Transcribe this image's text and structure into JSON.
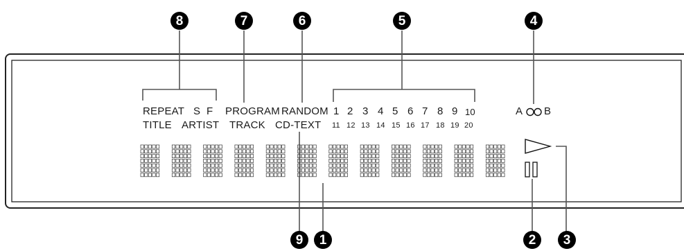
{
  "callouts": [
    "8",
    "7",
    "6",
    "5",
    "4",
    "9",
    "1",
    "2",
    "3"
  ],
  "indicators": {
    "repeat": "REPEAT",
    "s": "S",
    "f": "F",
    "program": "PROGRAM",
    "random": "RANDOM",
    "title": "TITLE",
    "artist": "ARTIST",
    "track": "TRACK",
    "cd_text": "CD-TEXT",
    "a": "A",
    "b": "B"
  },
  "track_numbers_top": [
    "1",
    "2",
    "3",
    "4",
    "5",
    "6",
    "7",
    "8",
    "9",
    "10"
  ],
  "track_numbers_bottom": [
    "11",
    "12",
    "13",
    "14",
    "15",
    "16",
    "17",
    "18",
    "19",
    "20"
  ],
  "matrix": {
    "character_count": 12,
    "rows": 7,
    "cols": 5
  },
  "icons": {
    "play": "play-triangle-icon",
    "pause": "pause-icon",
    "ab_repeat": "ab-repeat-loop-icon"
  }
}
